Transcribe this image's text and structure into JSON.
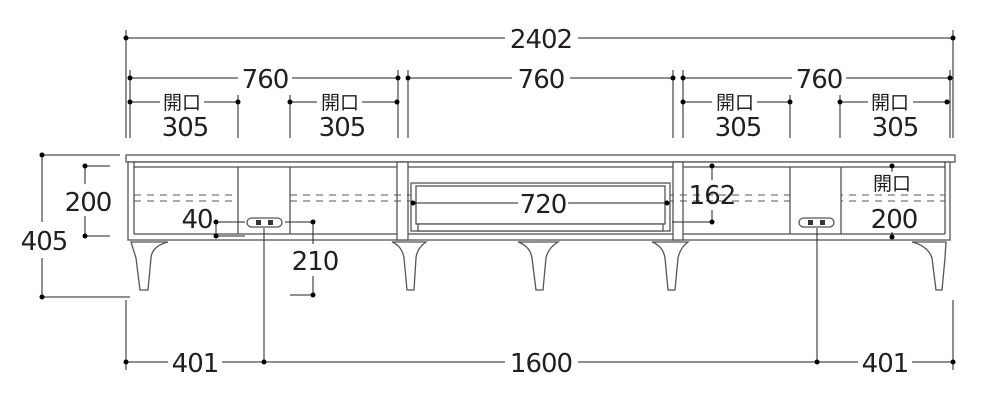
{
  "dimensions": {
    "overall_width": "2402",
    "section_width_left": "760",
    "section_width_center": "760",
    "section_width_right": "760",
    "opening_label": "開口",
    "opening_width": "305",
    "overall_height": "405",
    "left_opening_height": "200",
    "outlet_offset": "40",
    "outlet_height": "210",
    "drawer_width": "720",
    "drawer_height": "162",
    "right_opening_label": "開口",
    "right_opening_height": "200",
    "outlet_left_distance": "401",
    "outlet_spacing": "1600",
    "outlet_right_distance": "401"
  }
}
